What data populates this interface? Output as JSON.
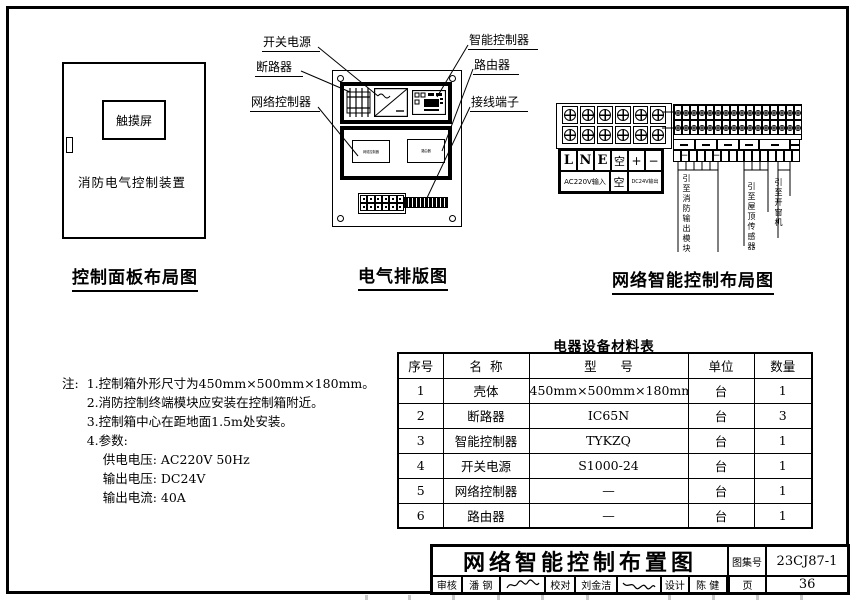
{
  "panel_diagram": {
    "caption": "控制面板布局图",
    "touch_screen": "触摸屏",
    "device_label": "消防电气控制装置"
  },
  "electrical_diagram": {
    "caption": "电气排版图",
    "label_switch_power": "开关电源",
    "label_breaker": "断路器",
    "label_network_controller": "网络控制器",
    "label_smart_controller": "智能控制器",
    "label_router": "路由器",
    "label_terminal": "接线端子",
    "module_network_controller": "网络控制器",
    "module_router": "路由器"
  },
  "network_diagram": {
    "caption": "网络智能控制布局图",
    "terminals": [
      "L",
      "N",
      "E",
      "空",
      "+",
      "−"
    ],
    "input_label": "AC220V输入",
    "spare_label": "空",
    "output_label": "DC24V输出",
    "minus_mark": "−",
    "wire_label_1": "引至消防输出模块",
    "wire_label_2": "引至屋顶传感器",
    "wire_label_3": "引至开窗机"
  },
  "notes": {
    "prefix": "注:",
    "lines": [
      "1.控制箱外形尺寸为450mm×500mm×180mm。",
      "2.消防控制终端模块应安装在控制箱附近。",
      "3.控制箱中心在距地面1.5m处安装。",
      "4.参数:",
      "供电电压: AC220V   50Hz",
      "输出电压: DC24V",
      "输出电流: 40A"
    ]
  },
  "table": {
    "title": "电器设备材料表",
    "headers": [
      "序号",
      "名  称",
      "型      号",
      "单位",
      "数量"
    ],
    "rows": [
      [
        "1",
        "壳体",
        "450mm×500mm×180mm",
        "台",
        "1"
      ],
      [
        "2",
        "断路器",
        "IC65N",
        "台",
        "3"
      ],
      [
        "3",
        "智能控制器",
        "TYKZQ",
        "台",
        "1"
      ],
      [
        "4",
        "开关电源",
        "S1000-24",
        "台",
        "1"
      ],
      [
        "5",
        "网络控制器",
        "—",
        "台",
        "1"
      ],
      [
        "6",
        "路由器",
        "—",
        "台",
        "1"
      ]
    ]
  },
  "titleblock": {
    "main_title": "网络智能控制布置图",
    "atlas_label": "图集号",
    "atlas_number": "23CJ87-1",
    "page_label": "页",
    "page_number": "36",
    "review_label": "审核",
    "review_name": "潘 钢",
    "check_label": "校对",
    "check_name": "刘金洁",
    "design_label": "设计",
    "design_name": "陈 健"
  }
}
